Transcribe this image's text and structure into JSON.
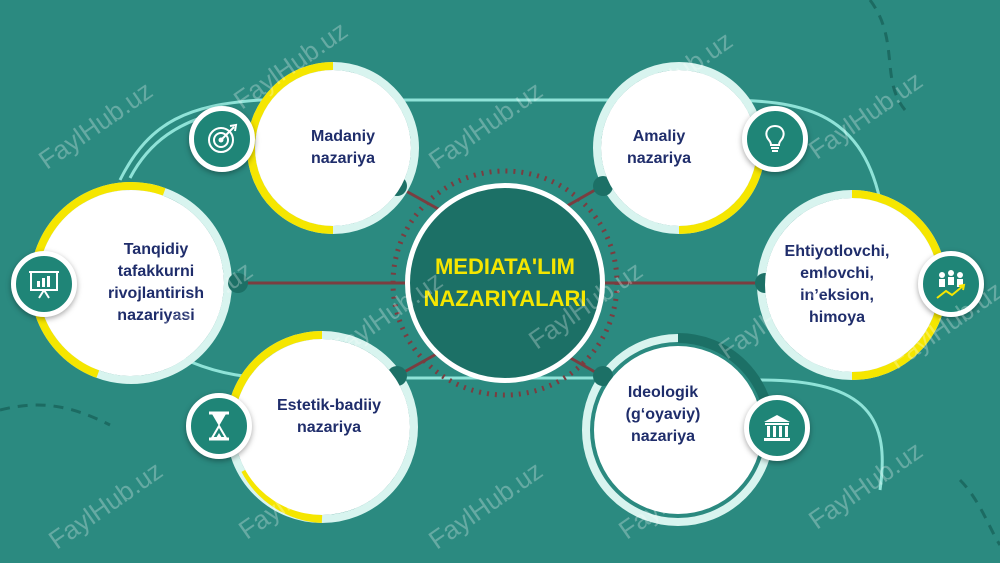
{
  "center": {
    "title": "MEDIATA'LIM\nNAZARIYALARI"
  },
  "nodes": [
    {
      "id": "madaniy",
      "label": "Madaniy\nnazariya",
      "icon": "target-icon"
    },
    {
      "id": "tanqidiy",
      "label": "Tanqidiy\ntafakkurni\nrivojlantirish\nnazariyasi",
      "icon": "presentation-chart-icon"
    },
    {
      "id": "estetik",
      "label": "Estetik-badiiy\nnazariya",
      "icon": "hourglass-icon"
    },
    {
      "id": "amaliy",
      "label": "Amaliy\nnazariya",
      "icon": "lightbulb-icon"
    },
    {
      "id": "ehtiyot",
      "label": "Ehtiyotlovchi,\nemlovchi,\nin’eksion,\nhimoya",
      "icon": "team-growth-icon"
    },
    {
      "id": "ideologik",
      "label": "Ideologik\n(g‘oyaviy)\nnazariya",
      "icon": "institution-icon"
    }
  ],
  "watermark": "FaylHub.uz",
  "colors": {
    "background": "#2b8a80",
    "accent_yellow": "#f5e600",
    "dark_teal": "#1c7066",
    "text_navy": "#1f2d6b",
    "line_light": "#8fe3d8"
  }
}
